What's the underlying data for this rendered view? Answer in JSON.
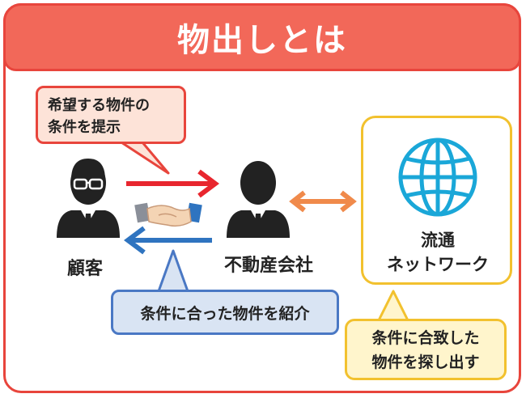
{
  "title": "物出しとは",
  "bubbles": {
    "request_line1": "希望する物件の",
    "request_line2": "条件を提示",
    "introduce": "条件に合った物件を紹介",
    "find_line1": "条件に合致した",
    "find_line2": "物件を探し出す"
  },
  "nodes": {
    "customer": "顧客",
    "agency": "不動産会社",
    "network_line1": "流通",
    "network_line2": "ネットワーク"
  },
  "colors": {
    "title_bg": "#f26859",
    "frame": "#e8453c",
    "red_arrow": "#e8262e",
    "blue_arrow": "#2f74c0",
    "orange_arrow": "#f08a4b",
    "yellow_border": "#f2c12e",
    "globe": "#1aa7d8",
    "person": "#222222"
  },
  "icons": [
    "person-icon",
    "handshake-icon",
    "globe-icon"
  ]
}
